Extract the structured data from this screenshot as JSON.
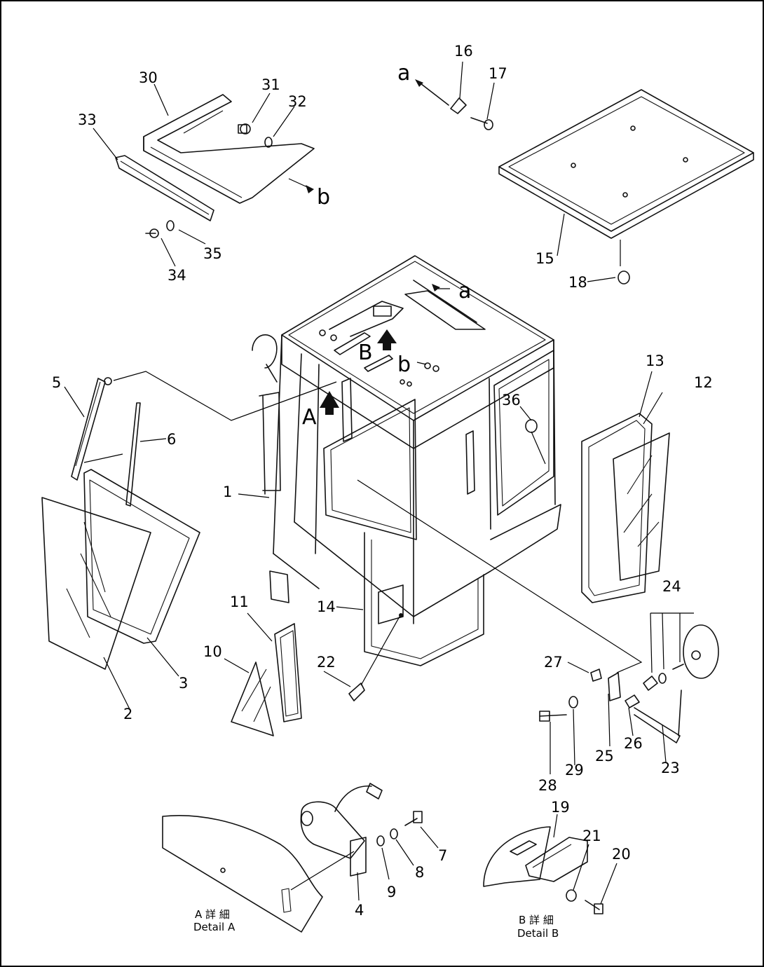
{
  "callouts": [
    "1",
    "2",
    "3",
    "4",
    "5",
    "6",
    "7",
    "8",
    "9",
    "10",
    "11",
    "12",
    "13",
    "14",
    "15",
    "16",
    "17",
    "18",
    "19",
    "20",
    "21",
    "22",
    "23",
    "24",
    "25",
    "26",
    "27",
    "28",
    "29",
    "30",
    "31",
    "32",
    "33",
    "34",
    "35",
    "36"
  ],
  "view_letters": {
    "a_top": "a",
    "b_top": "b",
    "a_cab": "a",
    "b_cab": "b",
    "A_cab": "A",
    "B_cab": "B"
  },
  "details": {
    "a": {
      "line1": "A 詳 細",
      "line2": "Detail A"
    },
    "b": {
      "line1": "B 詳 細",
      "line2": "Detail B"
    }
  }
}
